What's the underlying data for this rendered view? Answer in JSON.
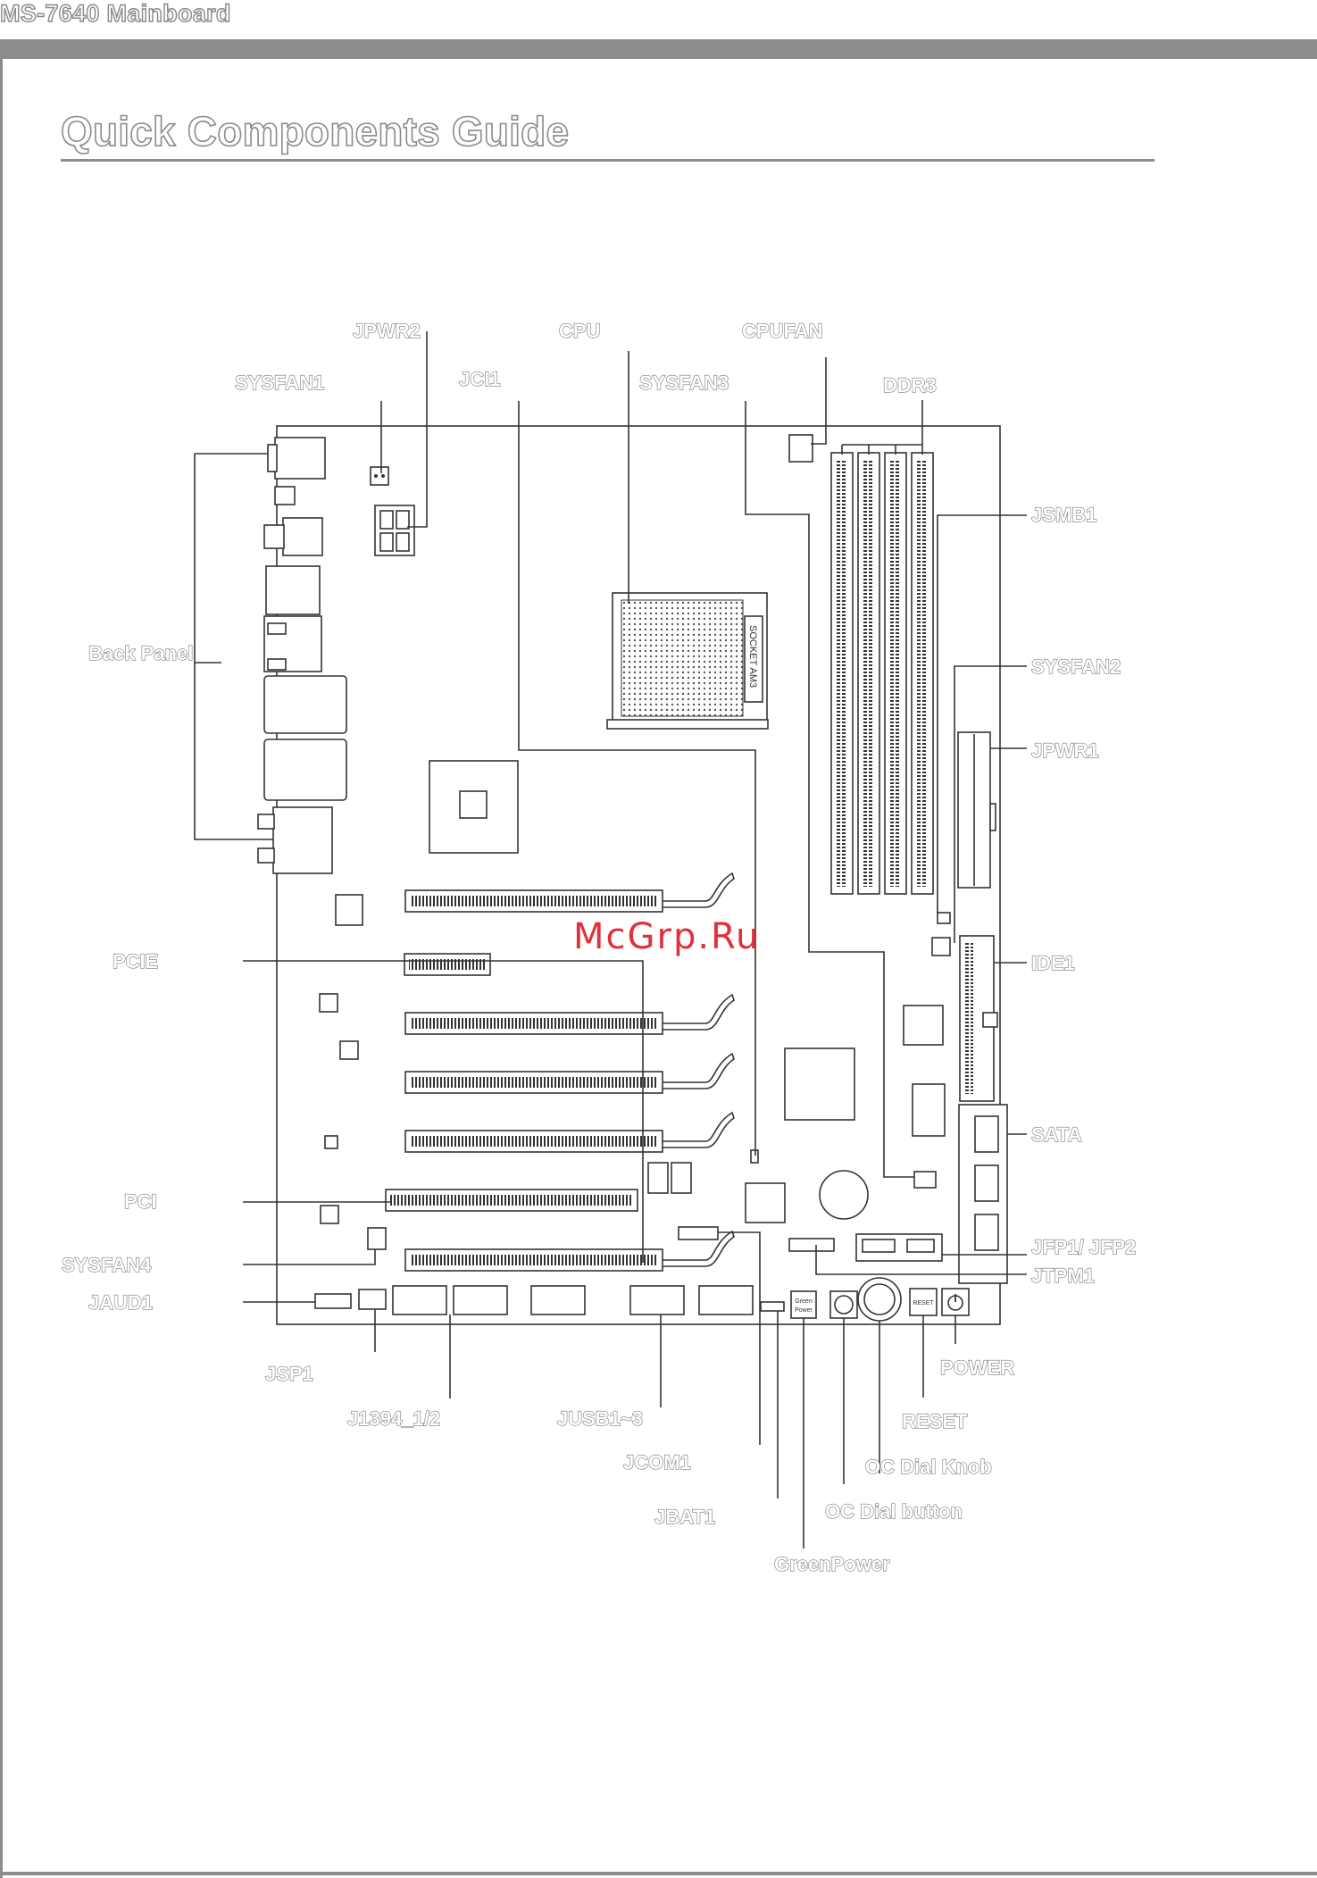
{
  "header": {
    "doc_title": "MS-7640 Mainboard"
  },
  "page": {
    "title": "Quick Components Guide"
  },
  "watermark": "McGrp.Ru",
  "board": {
    "socket_text": "SOCKET AM3",
    "green_power_text_1": "Green",
    "green_power_text_2": "Power",
    "reset_text": "RESET"
  },
  "labels": {
    "jpwr2": "JPWR2",
    "cpu": "CPU",
    "cpufan": "CPUFAN",
    "sysfan1": "SYSFAN1",
    "jci1": "JCI1",
    "sysfan3": "SYSFAN3",
    "ddr3": "DDR3",
    "jsmb1": "JSMB1",
    "back_panel": "Back Panel",
    "sysfan2": "SYSFAN2",
    "jpwr1": "JPWR1",
    "pcie": "PCIE",
    "ide1": "IDE1",
    "sata": "SATA",
    "pci": "PCI",
    "jfp": "JFP1/ JFP2",
    "sysfan4": "SYSFAN4",
    "jtpm1": "JTPM1",
    "jaud1": "JAUD1",
    "jsp1": "JSP1",
    "power": "POWER",
    "j1394": "J1394_1/2",
    "jusb": "JUSB1~3",
    "reset": "RESET",
    "jcom1": "JCOM1",
    "oc_dial_knob": "OC Dial Knob",
    "jbat1": "JBAT1",
    "oc_dial_button": "OC Dial button",
    "greenpower": "GreenPower"
  }
}
